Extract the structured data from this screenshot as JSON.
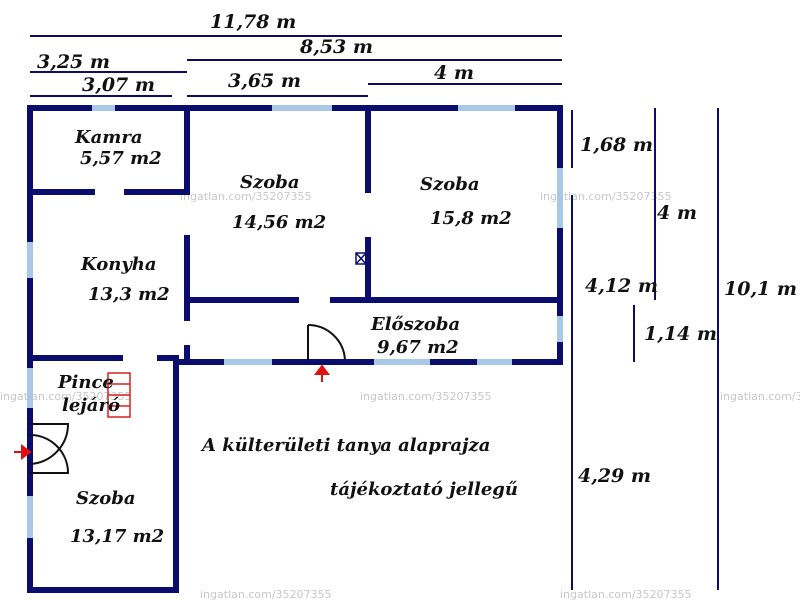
{
  "colors": {
    "wall": "#0b0d6e",
    "window": "#a9c8e6",
    "dimension_line": "#0b0d6e",
    "entrance_arrow": "#e01010",
    "stairs": "#d92020",
    "text": "#111111",
    "watermark": "#c8c8c8"
  },
  "dimensions": {
    "total_width": "11,78 m",
    "right_width": "8,53 m",
    "left_top": "3,25 m",
    "left_bottom": "3,07 m",
    "middle": "3,65 m",
    "right": "4 m",
    "v_top": "1,68 m",
    "v_four": "4 m",
    "v_mid": "4,12 m",
    "v_small": "1,14 m",
    "v_total": "10,1 m",
    "v_lower": "4,29 m"
  },
  "rooms": {
    "kamra": {
      "name": "Kamra",
      "area": "5,57 m2"
    },
    "szoba1": {
      "name": "Szoba",
      "area": "14,56 m2"
    },
    "szoba2": {
      "name": "Szoba",
      "area": "15,8 m2"
    },
    "konyha": {
      "name": "Konyha",
      "area": "13,3 m2"
    },
    "eloszoba": {
      "name": "Előszoba",
      "area": "9,67 m2"
    },
    "pince": {
      "name_line1": "Pince",
      "name_line2": "lejáró"
    },
    "szoba3": {
      "name": "Szoba",
      "area": "13,17 m2"
    }
  },
  "notes": {
    "line1": "A külterületi tanya alaprajza",
    "line2": "tájékoztató jellegű"
  },
  "watermark": "ingatlan.com/35207355",
  "icons": {
    "entrance": "entrance-arrow-icon",
    "chimney": "chimney-icon"
  }
}
